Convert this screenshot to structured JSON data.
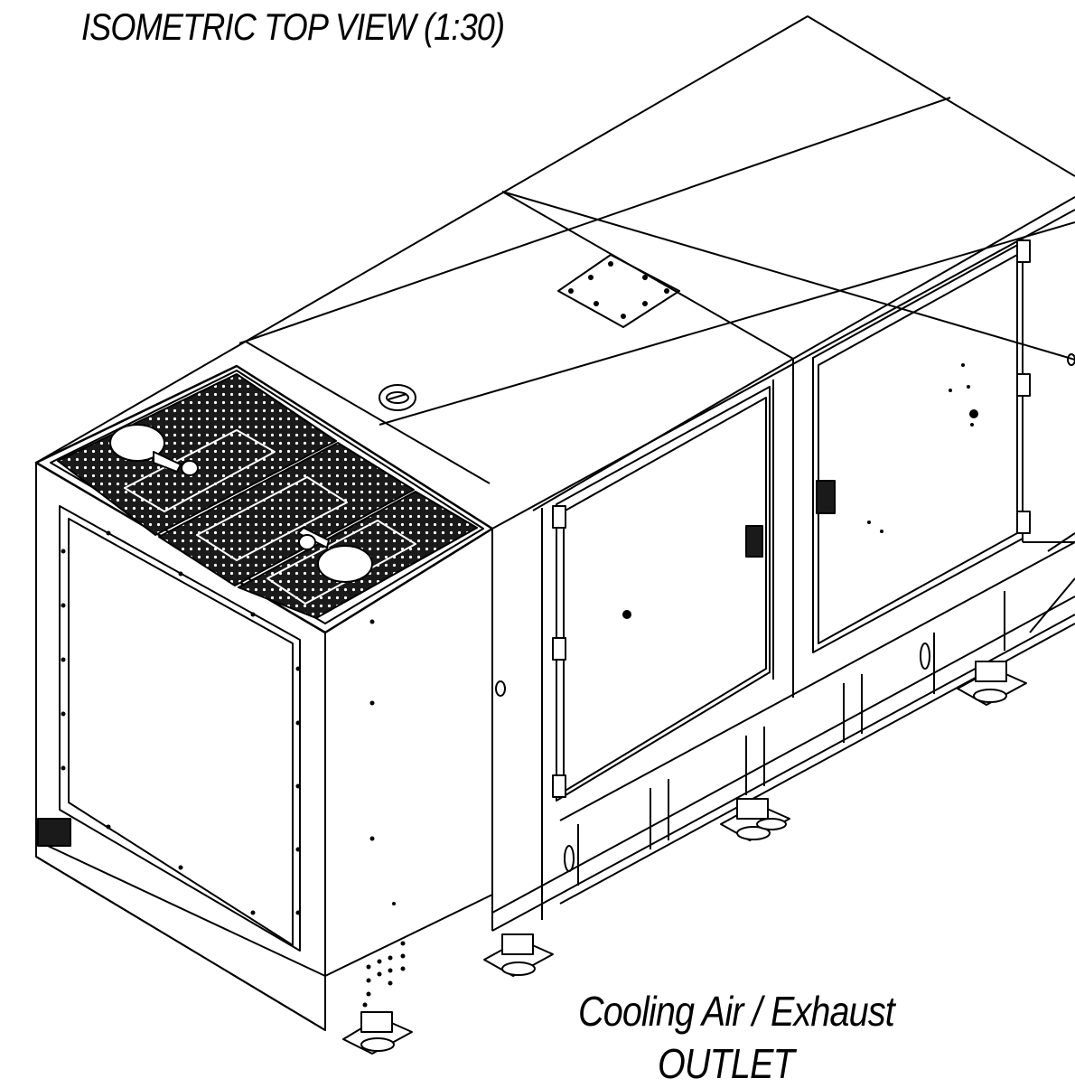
{
  "drawing": {
    "title": "ISOMETRIC TOP VIEW (1:30)",
    "caption_line1": "Cooling Air / Exhaust",
    "caption_line2": "OUTLET"
  },
  "colors": {
    "line": "#000000",
    "background": "#ffffff",
    "grille": "#1a1a1a"
  }
}
